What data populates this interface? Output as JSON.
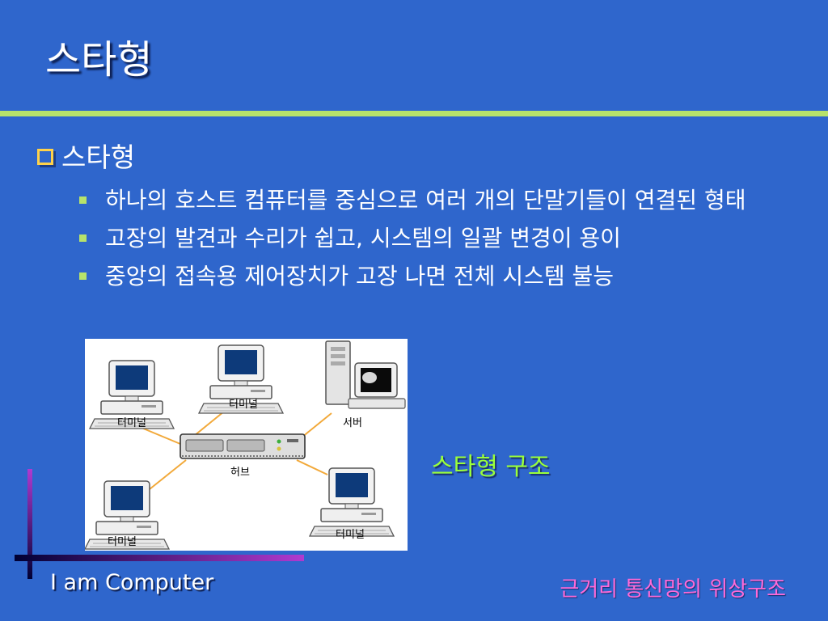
{
  "slide": {
    "title": "스타형",
    "subtitle": "스타형",
    "bullets": [
      "하나의 호스트 컴퓨터를 중심으로 여러 개의 단말기들이 연결된 형태",
      "고장의 발견과 수리가 쉽고, 시스템의 일괄 변경이 용이",
      "중앙의 접속용 제어장치가 고장 나면 전체 시스템 불능"
    ],
    "caption": "스타형 구조"
  },
  "diagram": {
    "nodes": {
      "top_terminal": "터미널",
      "left_terminal": "터미널",
      "server": "서버",
      "hub": "허브",
      "bottom_left_terminal": "터미널",
      "bottom_right_terminal": "터미널"
    }
  },
  "footer": {
    "left": "I am Computer",
    "right": "근거리 통신망의 위상구조"
  },
  "colors": {
    "background": "#2f66cc",
    "rule": "#b7e36b",
    "bullet_box": "#ffd24a",
    "caption": "#9aff3a",
    "footer_right": "#ff6ad8"
  }
}
